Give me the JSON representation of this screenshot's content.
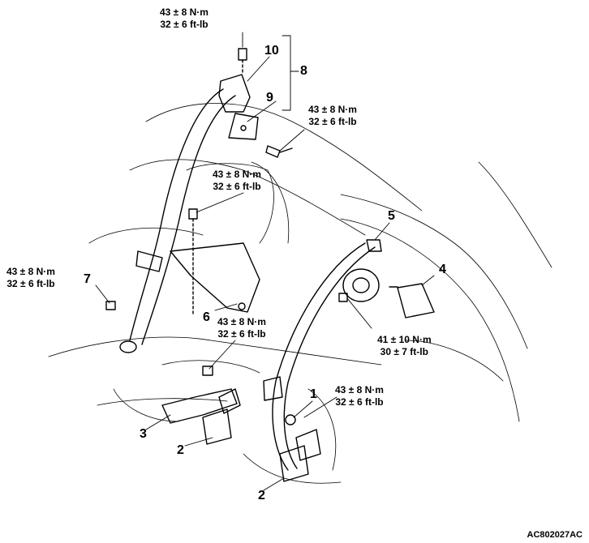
{
  "figure_code": "AC802027AC",
  "callouts": {
    "c1": "1",
    "c2a": "2",
    "c2b": "2",
    "c3": "3",
    "c4": "4",
    "c5": "5",
    "c6": "6",
    "c7": "7",
    "c8": "8",
    "c9": "9",
    "c10": "10"
  },
  "torques": {
    "top": {
      "metric": "43 ± 8 N·m",
      "imperial": "32 ± 6 ft-lb"
    },
    "upper_right": {
      "metric": "43 ± 8 N·m",
      "imperial": "32 ± 6 ft-lb"
    },
    "center": {
      "metric": "43 ± 8 N·m",
      "imperial": "32 ± 6 ft-lb"
    },
    "left": {
      "metric": "43 ± 8 N·m",
      "imperial": "32 ± 6 ft-lb"
    },
    "lower_mid": {
      "metric": "43 ± 8 N·m",
      "imperial": "32 ± 6 ft-lb"
    },
    "retractor": {
      "metric": "41 ± 10 N·m",
      "imperial": "30 ± 7 ft-lb"
    },
    "bottom_right": {
      "metric": "43 ± 8 N·m",
      "imperial": "32 ± 6 ft-lb"
    }
  },
  "colors": {
    "line": "#000000",
    "background": "#ffffff"
  }
}
